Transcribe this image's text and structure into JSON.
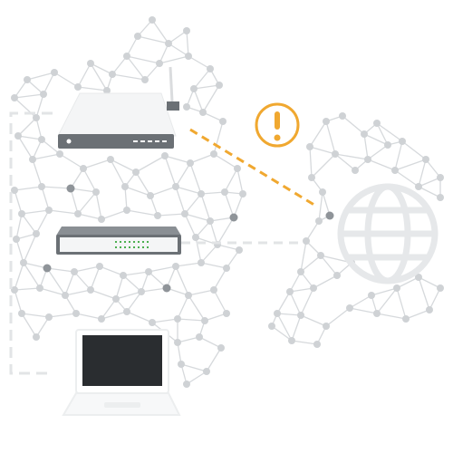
{
  "diagram": {
    "devices": [
      {
        "id": "router",
        "icon": "router-icon"
      },
      {
        "id": "switch",
        "icon": "network-switch-icon"
      },
      {
        "id": "laptop",
        "icon": "laptop-icon"
      },
      {
        "id": "internet",
        "icon": "globe-icon"
      }
    ],
    "alert": {
      "icon": "warning-icon"
    },
    "colors": {
      "node": "#cfd2d5",
      "edge": "#d6d9dc",
      "device_body": "#f2f3f4",
      "device_panel": "#6b7075",
      "alert": "#f0a830",
      "screen": "#2a2d30",
      "globe": "#e3e5e7",
      "wire": "#e2e4e6"
    }
  }
}
